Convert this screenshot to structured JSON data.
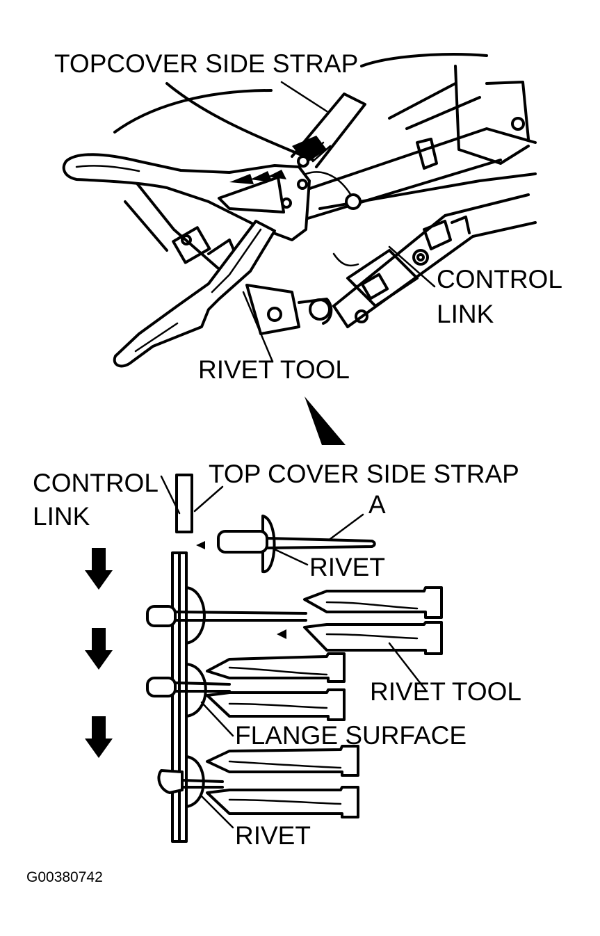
{
  "upper_figure": {
    "labels": {
      "topcover_side_strap": "TOPCOVER SIDE STRAP",
      "control_link_line1": "CONTROL",
      "control_link_line2": "LINK",
      "rivet_tool": "RIVET TOOL"
    }
  },
  "lower_figure": {
    "labels": {
      "control_link_line1": "CONTROL",
      "control_link_line2": "LINK",
      "top_cover_side_strap": "TOP COVER SIDE STRAP",
      "point_a": "A",
      "rivet_upper": "RIVET",
      "rivet_tool": "RIVET TOOL",
      "flange_surface": "FLANGE SURFACE",
      "rivet_lower": "RIVET"
    },
    "step_count": 3
  },
  "figure_code": "G00380742",
  "colors": {
    "ink": "#000000",
    "paper": "#ffffff"
  }
}
